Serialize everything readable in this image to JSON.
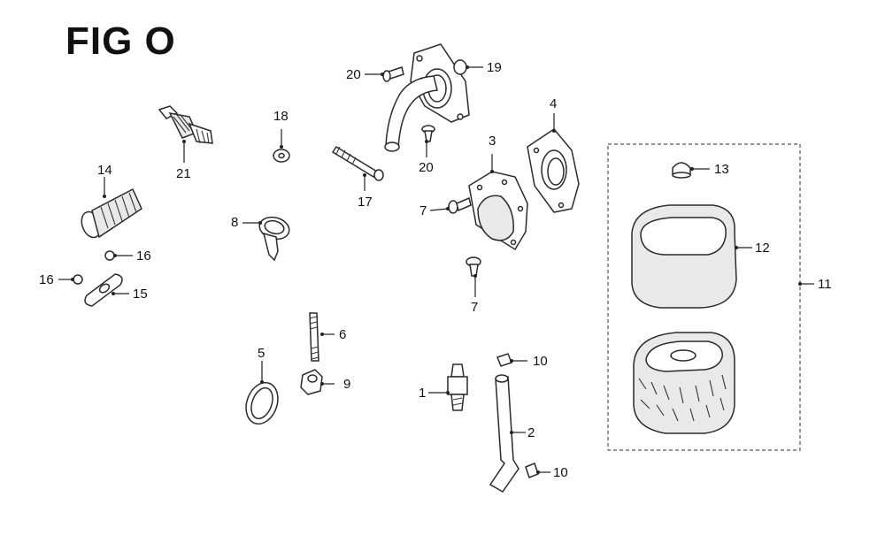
{
  "figure": {
    "title": "FIG O"
  },
  "callouts": {
    "c1": "1",
    "c2": "2",
    "c3": "3",
    "c4": "4",
    "c5": "5",
    "c6": "6",
    "c7a": "7",
    "c7b": "7",
    "c8": "8",
    "c9": "9",
    "c10a": "10",
    "c10b": "10",
    "c11": "11",
    "c12": "12",
    "c13": "13",
    "c14": "14",
    "c15": "15",
    "c16a": "16",
    "c16b": "16",
    "c17": "17",
    "c18": "18",
    "c19": "19",
    "c20a": "20",
    "c20b": "20",
    "c21": "21"
  }
}
